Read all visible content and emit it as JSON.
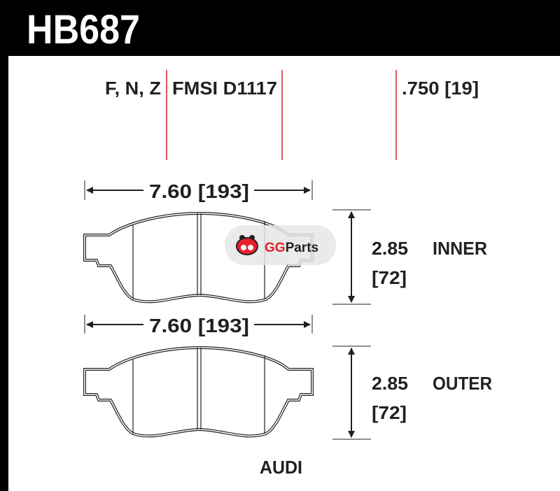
{
  "header": {
    "part_number": "HB687"
  },
  "specs": {
    "compounds": "F, N, Z",
    "fmsi": "FMSI D1117",
    "thickness": ".750 [19]"
  },
  "inner_pad": {
    "width": "7.60 [193]",
    "height_in": "2.85",
    "height_mm": "[72]",
    "label": "INNER"
  },
  "outer_pad": {
    "width": "7.60 [193]",
    "height_in": "2.85",
    "height_mm": "[72]",
    "label": "OUTER"
  },
  "vehicle": "AUDI",
  "watermark": {
    "brand": "GGParts"
  },
  "colors": {
    "accent_line": "#d2232a",
    "header_bg": "#000000",
    "logo_red": "#e8202e"
  }
}
